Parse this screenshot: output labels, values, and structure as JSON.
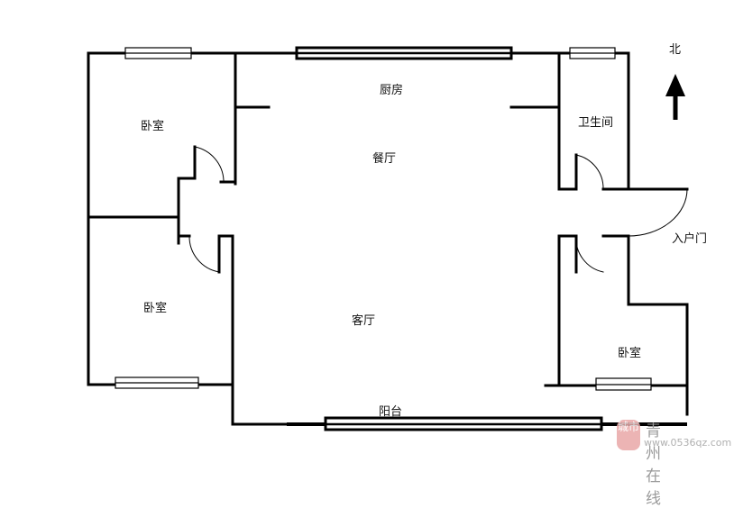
{
  "rooms": {
    "kitchen": "厨房",
    "dining": "餐厅",
    "bathroom": "卫生间",
    "bedroom_nw": "卧室",
    "bedroom_sw": "卧室",
    "bedroom_se": "卧室",
    "living": "客厅",
    "balcony": "阳台",
    "entrance": "入户门"
  },
  "compass": {
    "label": "北",
    "icon": "north-arrow-icon"
  },
  "watermark": {
    "seal": "城市",
    "title": "青州在线",
    "url": "www.0536qz.com"
  }
}
